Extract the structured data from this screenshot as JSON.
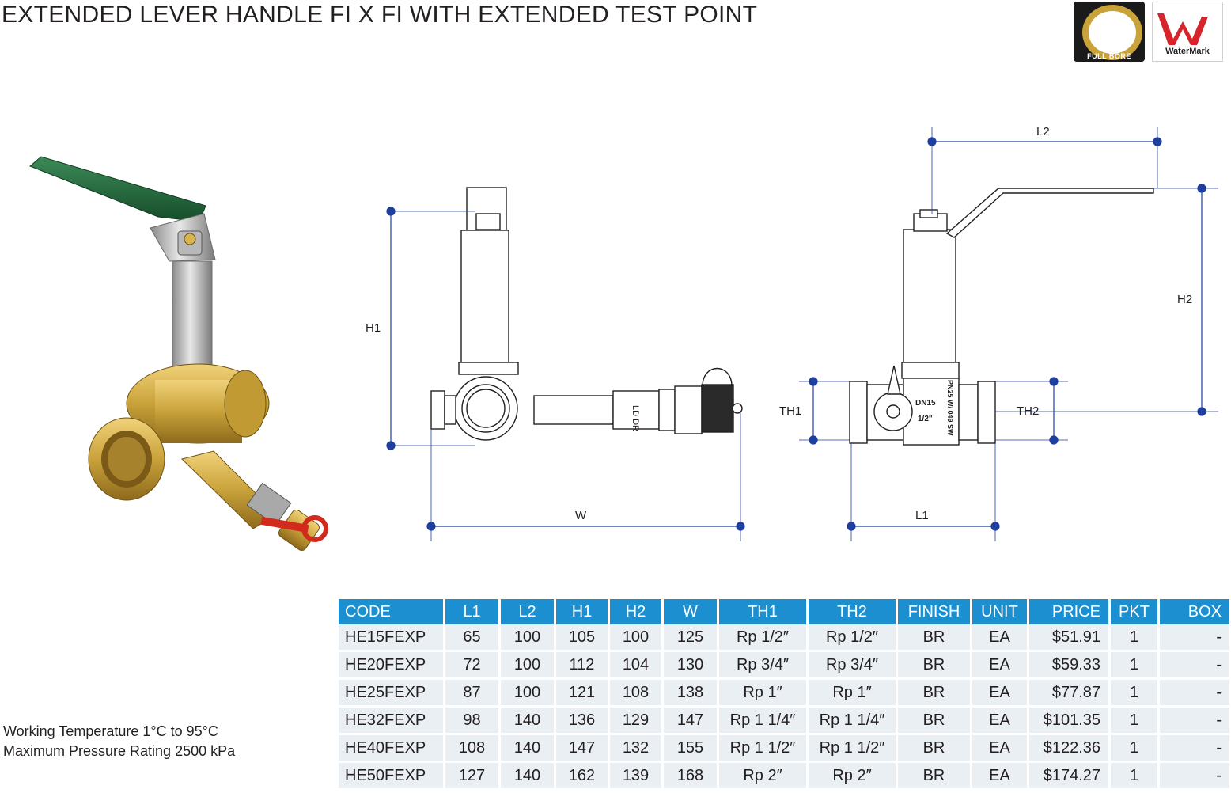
{
  "title": "EXTENDED LEVER HANDLE FI X FI WITH EXTENDED TEST POINT",
  "badges": {
    "full_bore": "FULL BORE",
    "watermark": "WaterMark"
  },
  "colors": {
    "header_blue": "#1b8fd0",
    "dimension_blue": "#1f3f9e",
    "row_bg": "#eaeff4",
    "handle_green": "#1f6b3c",
    "brass": "#c9a23a",
    "watermark_red": "#d7232b"
  },
  "dimensions": {
    "h1": "H1",
    "w": "W",
    "l2": "L2",
    "h2": "H2",
    "th1": "TH1",
    "th2": "TH2",
    "l1": "L1"
  },
  "body_markings": {
    "dn": "DN15",
    "size": "1/2\"",
    "pn": "PN25 W/ 049 SW",
    "test_point": "LD DR"
  },
  "specs": {
    "working_temperature": "Working Temperature  1°C to 95°C",
    "max_pressure": "Maximum Pressure Rating  2500 kPa"
  },
  "table": {
    "columns": [
      "CODE",
      "L1",
      "L2",
      "H1",
      "H2",
      "W",
      "TH1",
      "TH2",
      "FINISH",
      "UNIT",
      "PRICE",
      "PKT",
      "BOX"
    ],
    "rows": [
      [
        "HE15FEXP",
        "65",
        "100",
        "105",
        "100",
        "125",
        "Rp 1/2″",
        "Rp 1/2″",
        "BR",
        "EA",
        "$51.91",
        "1",
        "-"
      ],
      [
        "HE20FEXP",
        "72",
        "100",
        "112",
        "104",
        "130",
        "Rp 3/4″",
        "Rp 3/4″",
        "BR",
        "EA",
        "$59.33",
        "1",
        "-"
      ],
      [
        "HE25FEXP",
        "87",
        "100",
        "121",
        "108",
        "138",
        "Rp 1″",
        "Rp 1″",
        "BR",
        "EA",
        "$77.87",
        "1",
        "-"
      ],
      [
        "HE32FEXP",
        "98",
        "140",
        "136",
        "129",
        "147",
        "Rp 1 1/4″",
        "Rp 1 1/4″",
        "BR",
        "EA",
        "$101.35",
        "1",
        "-"
      ],
      [
        "HE40FEXP",
        "108",
        "140",
        "147",
        "132",
        "155",
        "Rp 1 1/2″",
        "Rp 1 1/2″",
        "BR",
        "EA",
        "$122.36",
        "1",
        "-"
      ],
      [
        "HE50FEXP",
        "127",
        "140",
        "162",
        "139",
        "168",
        "Rp 2″",
        "Rp 2″",
        "BR",
        "EA",
        "$174.27",
        "1",
        "-"
      ]
    ]
  }
}
